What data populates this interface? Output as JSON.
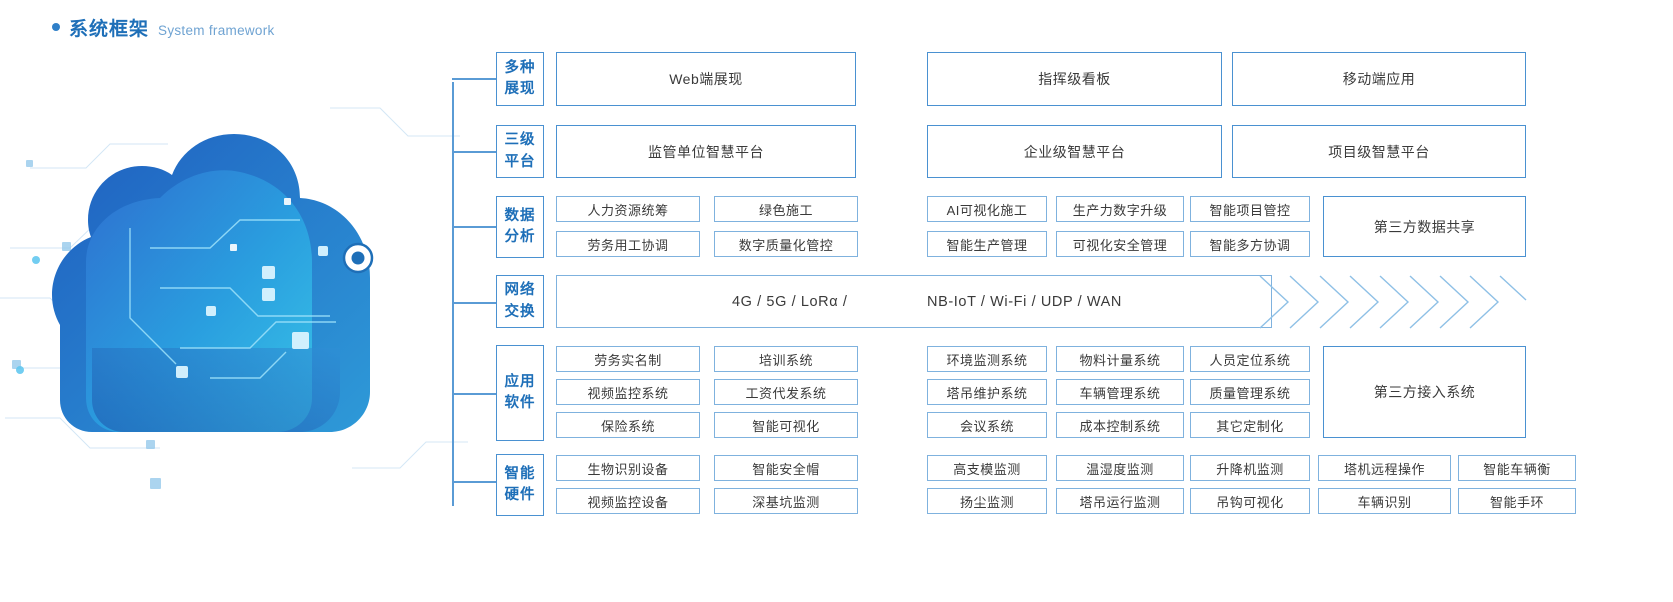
{
  "heading": {
    "cn": "系统框架",
    "en": "System framework",
    "bullet_color": "#2f7fc8"
  },
  "theme": {
    "accent": "#1e6fb8",
    "border": "#7fb2de",
    "border_strong": "#4a91d1",
    "rail": "#5a9bd5"
  },
  "rows": [
    {
      "label_lines": [
        "多种",
        "展现"
      ],
      "name": "multi-presentation",
      "groups": [
        {
          "cells": [
            "Web端展现"
          ]
        },
        {
          "cells": [
            "指挥级看板"
          ]
        },
        {
          "cells": [
            "移动端应用"
          ]
        }
      ]
    },
    {
      "label_lines": [
        "三级",
        "平台"
      ],
      "name": "three-tier-platform",
      "groups": [
        {
          "cells": [
            "监管单位智慧平台"
          ]
        },
        {
          "cells": [
            "企业级智慧平台"
          ]
        },
        {
          "cells": [
            "项目级智慧平台"
          ]
        }
      ]
    },
    {
      "label_lines": [
        "数据",
        "分析"
      ],
      "name": "data-analysis",
      "left_grid": [
        [
          "人力资源统筹",
          "绿色施工"
        ],
        [
          "劳务用工协调",
          "数字质量化管控"
        ]
      ],
      "right_grid": [
        [
          "AI可视化施工",
          "生产力数字升级",
          "智能项目管控"
        ],
        [
          "智能生产管理",
          "可视化安全管理",
          "智能多方协调"
        ]
      ],
      "tail": "第三方数据共享"
    },
    {
      "label_lines": [
        "网络",
        "交换"
      ],
      "name": "network-exchange",
      "band_text_1": "4G / 5G / LoRα /",
      "band_text_2": "NB-IoT / Wi-Fi / UDP / WAN"
    },
    {
      "label_lines": [
        "应用",
        "软件"
      ],
      "name": "application-software",
      "left_grid": [
        [
          "劳务实名制",
          "培训系统"
        ],
        [
          "视频监控系统",
          "工资代发系统"
        ],
        [
          "保险系统",
          "智能可视化"
        ]
      ],
      "right_grid": [
        [
          "环境监测系统",
          "物料计量系统",
          "人员定位系统"
        ],
        [
          "塔吊维护系统",
          "车辆管理系统",
          "质量管理系统"
        ],
        [
          "会议系统",
          "成本控制系统",
          "其它定制化"
        ]
      ],
      "tail": "第三方接入系统"
    },
    {
      "label_lines": [
        "智能",
        "硬件"
      ],
      "name": "smart-hardware",
      "left_grid": [
        [
          "生物识别设备",
          "智能安全帽"
        ],
        [
          "视频监控设备",
          "深基坑监测"
        ]
      ],
      "right_grid": [
        [
          "高支模监测",
          "温湿度监测",
          "升降机监测"
        ],
        [
          "扬尘监测",
          "塔吊运行监测",
          "吊钩可视化"
        ]
      ],
      "far_grid": [
        [
          "塔机远程操作",
          "智能车辆衡"
        ],
        [
          "车辆识别",
          "智能手环"
        ]
      ]
    }
  ]
}
